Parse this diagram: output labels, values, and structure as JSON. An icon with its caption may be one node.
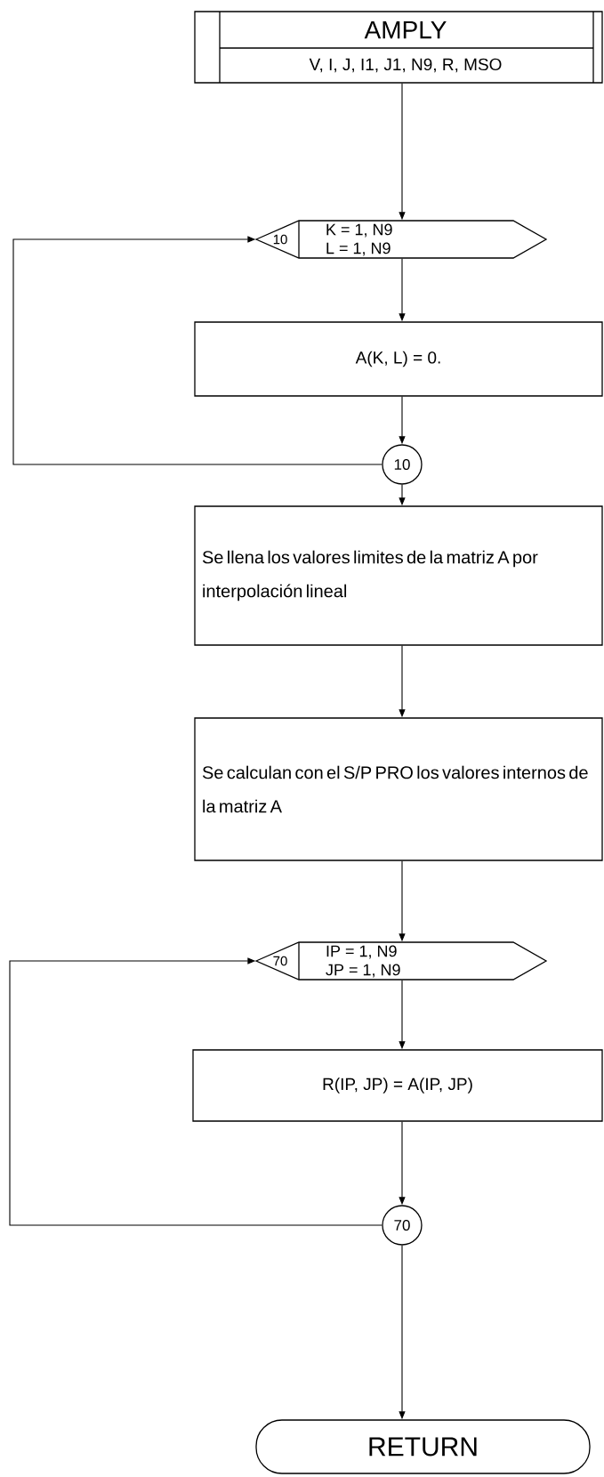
{
  "diagram": {
    "nodes": [
      {
        "text": [
          "AMPLY",
          "V, I, J, I1, J1, N9, R, MSO"
        ]
      },
      {
        "text": [
          "10",
          "K = 1, N9",
          "L = 1, N9"
        ]
      },
      {
        "text": [
          "A(K, L) = 0."
        ]
      },
      {
        "text": [
          "10"
        ]
      },
      {
        "text": [
          "Se llena los valores limites de la matriz A por interpolación lineal"
        ]
      },
      {
        "text": [
          "Se calculan con el S/P PRO los valores internos de la matriz A"
        ]
      },
      {
        "text": [
          "70",
          "IP = 1, N9",
          "JP = 1, N9"
        ]
      },
      {
        "text": [
          "R(IP, JP) = A(IP, JP)"
        ]
      },
      {
        "text": [
          "70"
        ]
      },
      {
        "text": [
          "RETURN"
        ]
      }
    ],
    "edges": [
      {
        "from": 0,
        "to": 1,
        "arrow": "to"
      },
      {
        "from": 1,
        "to": 2,
        "arrow": "to"
      },
      {
        "from": 2,
        "to": 3,
        "arrow": "to"
      },
      {
        "from": 3,
        "to": 1,
        "arrow": "to"
      },
      {
        "from": 3,
        "to": 4,
        "arrow": "to"
      },
      {
        "from": 4,
        "to": 5,
        "arrow": "to"
      },
      {
        "from": 5,
        "to": 6,
        "arrow": "to"
      },
      {
        "from": 6,
        "to": 7,
        "arrow": "to"
      },
      {
        "from": 7,
        "to": 8,
        "arrow": "to"
      },
      {
        "from": 8,
        "to": 6,
        "arrow": "to"
      },
      {
        "from": 8,
        "to": 9,
        "arrow": "to"
      }
    ]
  }
}
